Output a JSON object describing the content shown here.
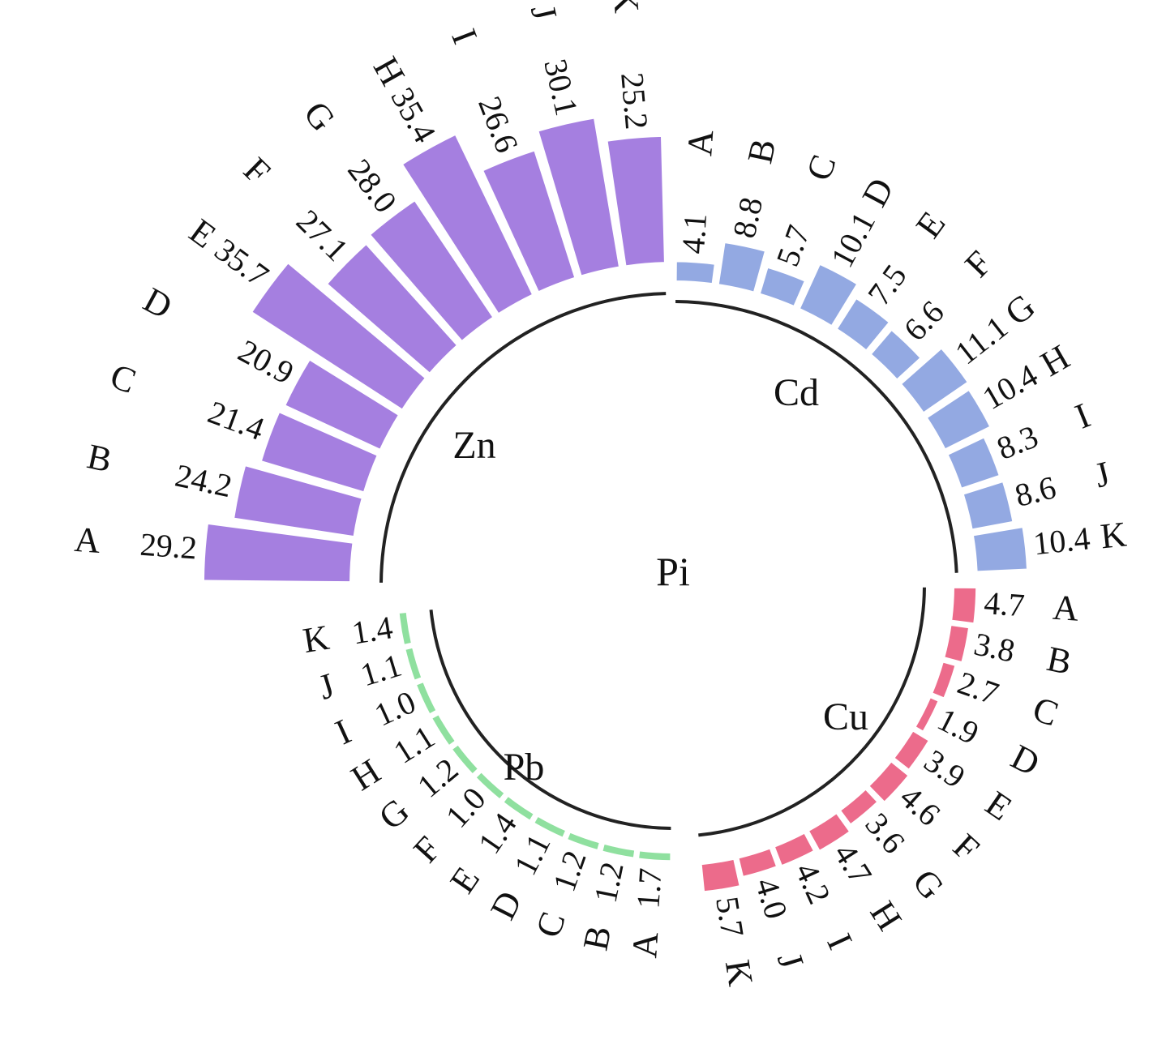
{
  "chart_data": {
    "type": "radial-bar",
    "center_label": "Pi",
    "categories": [
      "A",
      "B",
      "C",
      "D",
      "E",
      "F",
      "G",
      "H",
      "I",
      "J",
      "K"
    ],
    "series": [
      {
        "name": "Zn",
        "color": "#a57fe0",
        "values": [
          "29.2",
          "24.2",
          "21.4",
          "20.9",
          "35.7",
          "27.1",
          "28.0",
          "35.4",
          "26.6",
          "30.1",
          "25.2"
        ]
      },
      {
        "name": "Cd",
        "color": "#93a9e2",
        "values": [
          "4.1",
          "8.8",
          "5.7",
          "10.1",
          "7.5",
          "6.6",
          "11.1",
          "10.4",
          "8.3",
          "8.6",
          "10.4"
        ]
      },
      {
        "name": "Cu",
        "color": "#ec6b8b",
        "values": [
          "4.7",
          "3.8",
          "2.7",
          "1.9",
          "3.9",
          "4.6",
          "3.6",
          "4.7",
          "4.2",
          "4.0",
          "5.7"
        ]
      },
      {
        "name": "Pb",
        "color": "#8fe09f",
        "values": [
          "1.7",
          "1.2",
          "1.2",
          "1.1",
          "1.4",
          "1.0",
          "1.2",
          "1.1",
          "1.0",
          "1.1",
          "1.4"
        ]
      }
    ]
  }
}
